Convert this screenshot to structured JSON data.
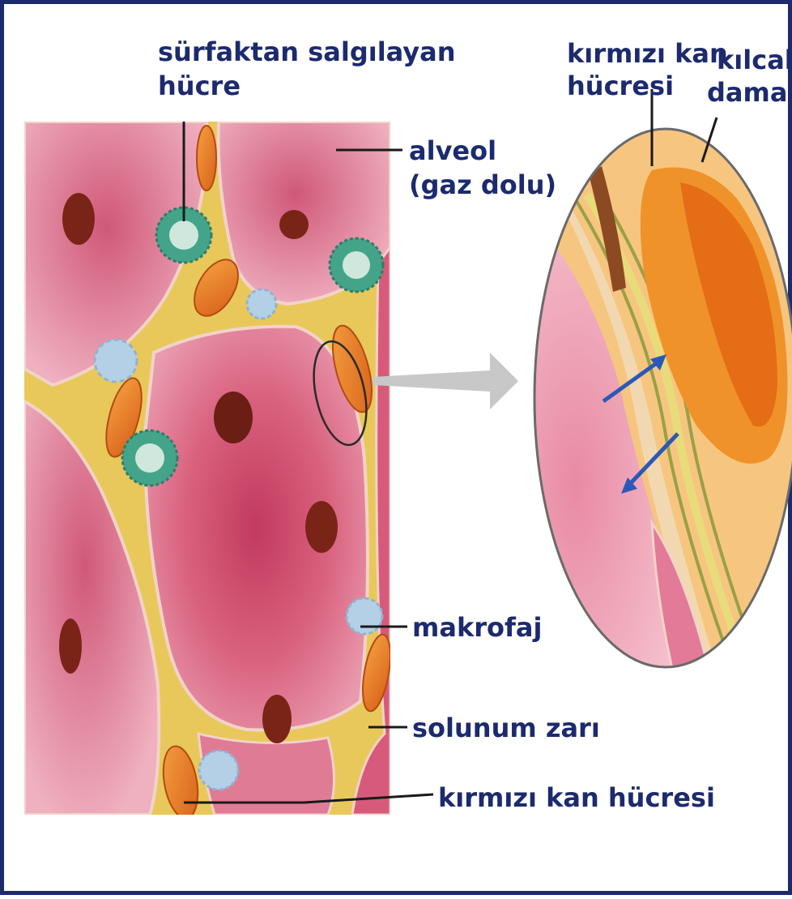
{
  "labels": {
    "surfactant_cell": [
      "sürfaktan salgılayan",
      "hücre"
    ],
    "alveolus": [
      "alveol",
      "(gaz dolu)"
    ],
    "macrophage": "makrofaj",
    "respiratory_membrane": "solunum zarı",
    "red_blood_cell": "kırmızı kan hücresi",
    "zoom_red_blood_cell": [
      "kırmızı kan",
      "hücresi"
    ],
    "capillary": [
      "kılcal",
      "damar"
    ]
  },
  "colors": {
    "frame": "#1c2a6e",
    "label_text": "#1c2a6e",
    "alveolus_tissue": "#d9627f",
    "interstitium": "#e8c85a",
    "red_blood_cell": "#e0761c",
    "capillary_plasma": "#f6c680",
    "surfactant_cell": "#44a48a",
    "macrophage": "#b4d0e6",
    "gas_exchange_arrows": "#2b59b8",
    "zoom_arrow": "#c8c8c8"
  }
}
